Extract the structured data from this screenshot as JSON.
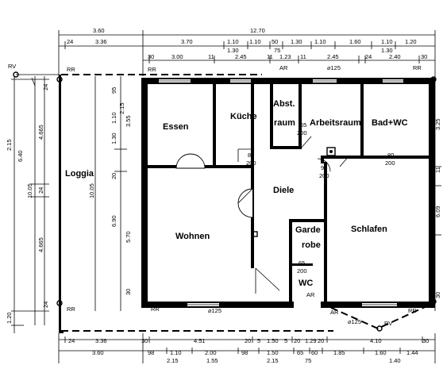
{
  "rooms": {
    "essen": "Essen",
    "kueche": "Küche",
    "abstellraum_1": "Abst.",
    "abstellraum_2": "raum",
    "arbeitsraum": "Arbeitsraum",
    "bad_wc": "Bad+WC",
    "loggia": "Loggia",
    "diele": "Diele",
    "wohnen": "Wohnen",
    "schlafen": "Schlafen",
    "garderobe_1": "Garde",
    "garderobe_2": "robe",
    "wc": "WC"
  },
  "top_dims": {
    "row1": [
      "3.60",
      "12.70"
    ],
    "row2": [
      "24",
      "3.36",
      "3.70",
      "1.10",
      "1.10",
      "50",
      "1.30",
      "1.10",
      "1.60",
      "1.10",
      "1.20"
    ],
    "row3": [
      "1.30",
      "75",
      "1.30"
    ],
    "row4": [
      "30",
      "3.00",
      "11",
      "2.45",
      "11",
      "1.23",
      "11",
      "2.45",
      "24",
      "2.40",
      "30"
    ]
  },
  "bottom_dims": {
    "row1": [
      "24",
      "3.36",
      "30",
      "4.51",
      "20",
      "5",
      "1.50",
      "5",
      "20",
      "1.29",
      "20",
      "4.10",
      "30"
    ],
    "row2": [
      "3.60",
      "98",
      "1.10",
      "2.00",
      "98",
      "1.50",
      "65",
      "60",
      "1.85",
      "1.60",
      "1.44"
    ],
    "row3": [
      "2.15",
      "1.55",
      "2.15",
      "75",
      "1.40"
    ]
  },
  "left_dims": {
    "outer": [
      "1.20",
      "2.15",
      "6.40"
    ],
    "row2": [
      "10.05"
    ],
    "row3": [
      "4.665",
      "24",
      "4.665"
    ],
    "inner": [
      "24",
      "10.05",
      "24"
    ],
    "inner2": [
      "95",
      "1.10",
      "1.30",
      "20",
      "6.90"
    ],
    "inner3": [
      "2.15",
      "3.55",
      "5.70",
      "30"
    ]
  },
  "right_dims": [
    "3.25",
    "11",
    "6.09",
    "30"
  ],
  "door_labels": [
    {
      "top": "80",
      "bottom": "200"
    },
    {
      "top": "65",
      "bottom": "200"
    },
    {
      "top": "90",
      "bottom": "200"
    },
    {
      "top": "80",
      "bottom": "200"
    },
    {
      "top": "65",
      "bottom": "200"
    }
  ],
  "markers": {
    "rv": "RV",
    "rr": "RR",
    "ar": "AR",
    "pipe_125": "⌀125"
  }
}
